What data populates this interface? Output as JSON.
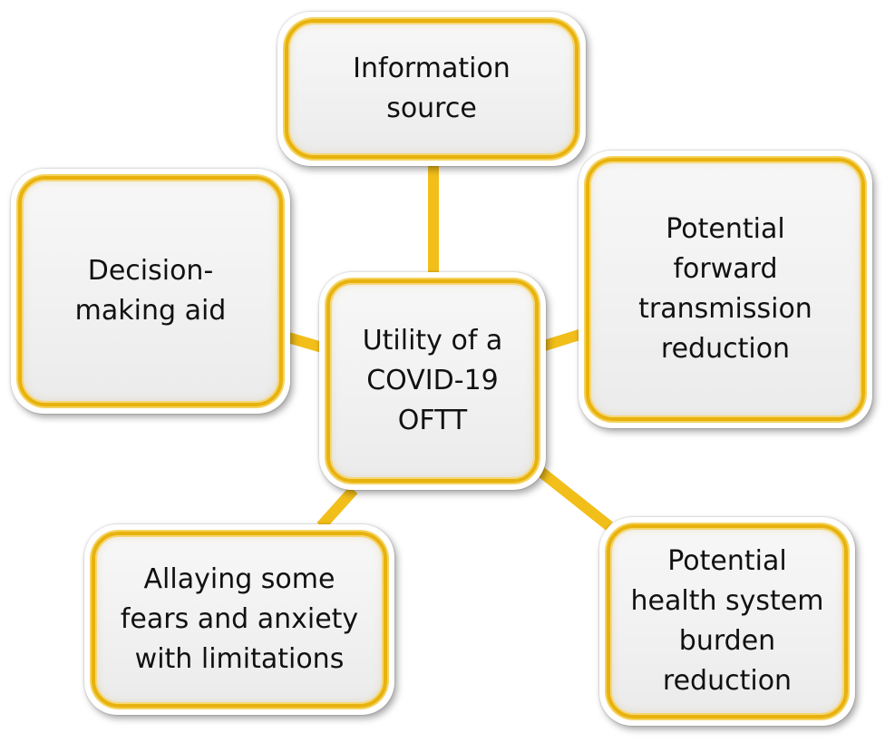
{
  "diagram": {
    "center": {
      "label": "Utility of a COVID-19 OFTT"
    },
    "satellites": [
      {
        "id": "top",
        "label": "Information source"
      },
      {
        "id": "left",
        "label": "Decision-making aid"
      },
      {
        "id": "right",
        "label": "Potential forward transmission reduction"
      },
      {
        "id": "bottom-left",
        "label": "Allaying some fears and anxiety with limitations"
      },
      {
        "id": "bottom-right",
        "label": "Potential health system burden reduction"
      }
    ]
  },
  "colors": {
    "accent": "#F2BE1A",
    "border": "#E8B20E",
    "box_fill": "#F2F2F2",
    "text": "#111111"
  }
}
